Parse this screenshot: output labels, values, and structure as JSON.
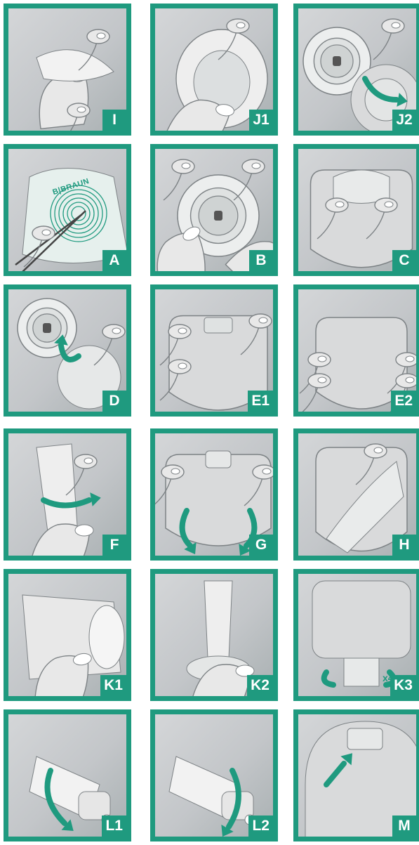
{
  "colors": {
    "accent": "#1f9a7f",
    "skin": "#e8e8e8",
    "bag": "#d9dadb",
    "line": "#7d8285"
  },
  "panels": [
    {
      "label": "I",
      "scene": "peel-liner",
      "arrow": "none"
    },
    {
      "label": "J1",
      "scene": "press-flange",
      "arrow": "none"
    },
    {
      "label": "J2",
      "scene": "couple-ring",
      "arrow": "clockwise"
    },
    {
      "label": "A",
      "scene": "cut-template",
      "arrow": "none",
      "brand_text": "B|BRAUN"
    },
    {
      "label": "B",
      "scene": "apply-baseplate",
      "arrow": "none"
    },
    {
      "label": "C",
      "scene": "pouch-back",
      "arrow": "none"
    },
    {
      "label": "D",
      "scene": "attach-ring",
      "arrow": "clockwise"
    },
    {
      "label": "E1",
      "scene": "pouch-front",
      "arrow": "none"
    },
    {
      "label": "E2",
      "scene": "smooth-pouch",
      "arrow": "none"
    },
    {
      "label": "F",
      "scene": "fold-outlet",
      "arrow": "curve"
    },
    {
      "label": "G",
      "scene": "circular-press",
      "arrow": "circle"
    },
    {
      "label": "H",
      "scene": "peel-pouch",
      "arrow": "none"
    },
    {
      "label": "K1",
      "scene": "open-outlet",
      "arrow": "none"
    },
    {
      "label": "K2",
      "scene": "drain",
      "arrow": "none"
    },
    {
      "label": "K3",
      "scene": "roll-outlet",
      "arrow": "roll",
      "note": "x4"
    },
    {
      "label": "L1",
      "scene": "twist-open",
      "arrow": "twist"
    },
    {
      "label": "L2",
      "scene": "twist-close",
      "arrow": "twist"
    },
    {
      "label": "M",
      "scene": "filter",
      "arrow": "point"
    }
  ]
}
